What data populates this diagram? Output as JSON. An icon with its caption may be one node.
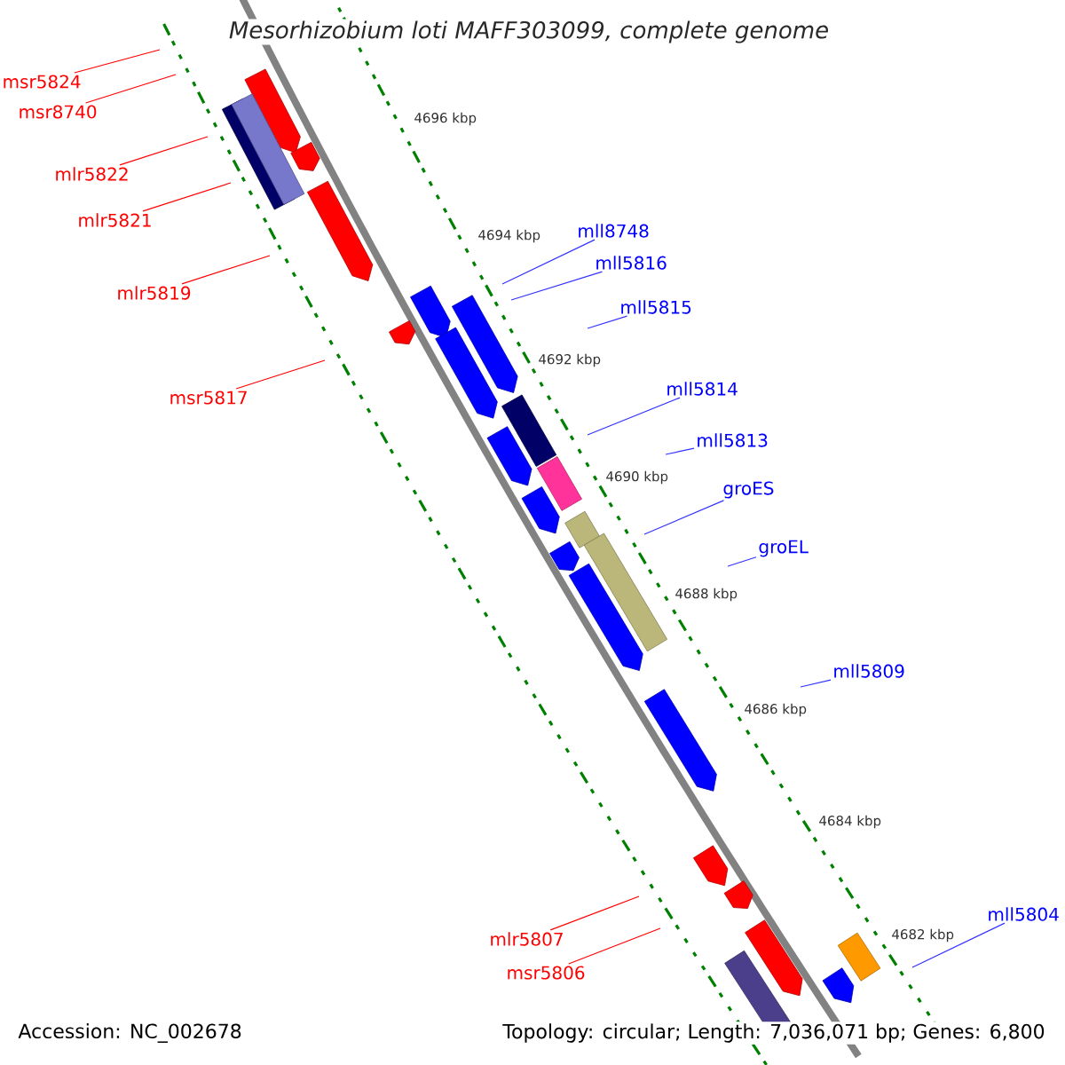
{
  "diagram": {
    "title": "Mesorhizobium loti MAFF303099, complete genome",
    "nodes": [
      {
        "text": [
          "msr5824"
        ]
      },
      {
        "text": [
          "msr8740"
        ]
      },
      {
        "text": [
          "mlr5822"
        ]
      },
      {
        "text": [
          "mlr5821"
        ]
      },
      {
        "text": [
          "mll8748"
        ]
      },
      {
        "text": [
          "mll5816"
        ]
      },
      {
        "text": [
          "mlr5819"
        ]
      },
      {
        "text": [
          "mll5815"
        ]
      },
      {
        "text": [
          "mll5814"
        ]
      },
      {
        "text": [
          "msr5817"
        ]
      },
      {
        "text": [
          "mll5813"
        ]
      },
      {
        "text": [
          "groES"
        ]
      },
      {
        "text": [
          "groEL"
        ]
      },
      {
        "text": [
          "mll5809"
        ]
      },
      {
        "text": [
          "mll5804"
        ]
      },
      {
        "text": [
          "mlr5807"
        ]
      },
      {
        "text": [
          "msr5806"
        ]
      }
    ],
    "edges": [
      {
        "from": 0,
        "to": null,
        "arrow": "none",
        "color": "#ff0000"
      },
      {
        "from": 1,
        "to": null,
        "arrow": "none",
        "color": "#ff0000"
      },
      {
        "from": 2,
        "to": null,
        "arrow": "none",
        "color": "#ff0000"
      },
      {
        "from": 3,
        "to": null,
        "arrow": "none",
        "color": "#ff0000"
      },
      {
        "from": 4,
        "to": null,
        "arrow": "none"
      },
      {
        "from": 5,
        "to": null,
        "arrow": "none"
      },
      {
        "from": 6,
        "to": null,
        "arrow": "none",
        "color": "#ff0000"
      },
      {
        "from": 7,
        "to": null,
        "arrow": "none"
      },
      {
        "from": 8,
        "to": null,
        "arrow": "none"
      },
      {
        "from": 9,
        "to": null,
        "arrow": "none",
        "color": "#ff0000"
      },
      {
        "from": 10,
        "to": null,
        "arrow": "none"
      },
      {
        "from": 11,
        "to": null,
        "arrow": "none"
      },
      {
        "from": 12,
        "to": null,
        "arrow": "none"
      },
      {
        "from": 13,
        "to": null,
        "arrow": "none"
      },
      {
        "from": 14,
        "to": null,
        "arrow": "none"
      },
      {
        "from": 15,
        "to": null,
        "arrow": "none",
        "color": "#ff0000"
      },
      {
        "from": 16,
        "to": null,
        "arrow": "none",
        "color": "#ff0000"
      }
    ],
    "labels": [
      "4696 kbp",
      "4694 kbp",
      "4692 kbp",
      "4690 kbp",
      "4688 kbp",
      "4686 kbp",
      "4684 kbp",
      "4682 kbp",
      "Accession: NC_002678",
      "Topology: circular; Length: 7,036,071 bp; Genes: 6,800"
    ]
  }
}
